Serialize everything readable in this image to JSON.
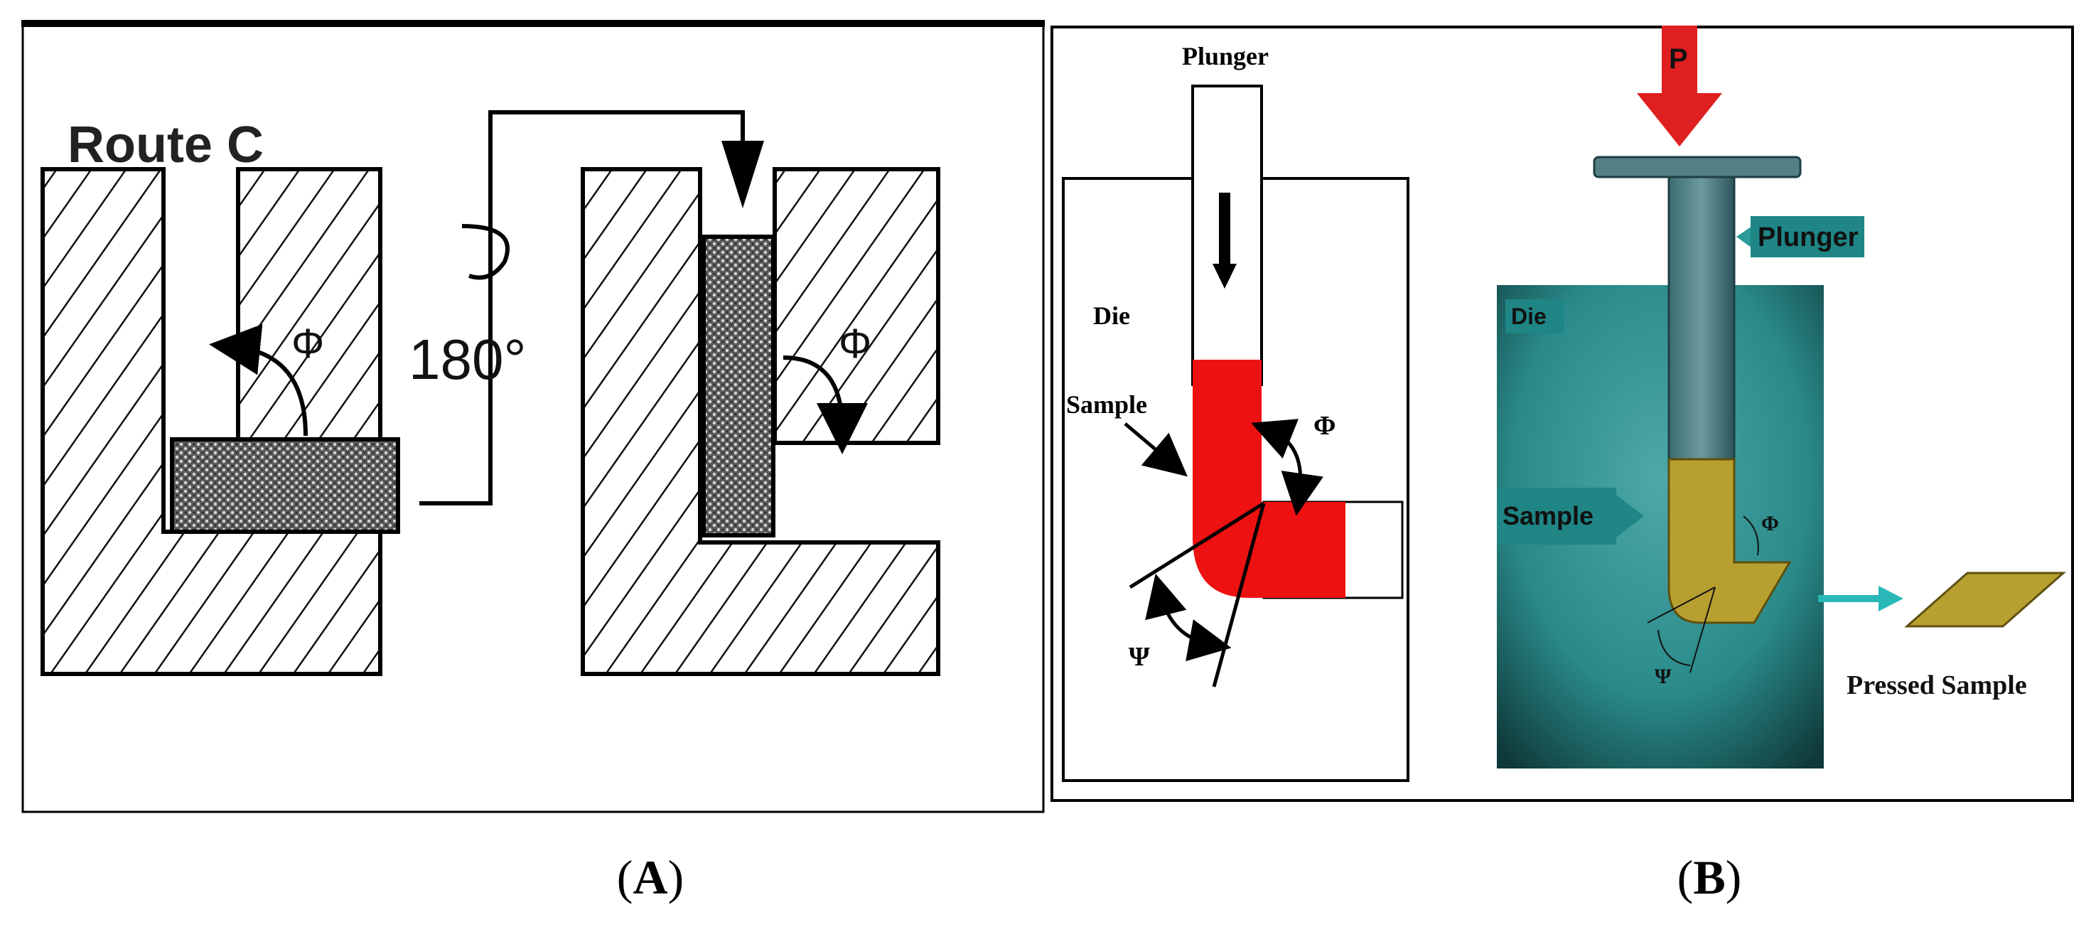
{
  "panel_a": {
    "route_label": "Route C",
    "angle_phi_left": "Φ",
    "angle_phi_right": "Φ",
    "rotation_label": "180°"
  },
  "panel_b_schematic": {
    "plunger_label": "Plunger",
    "die_label": "Die",
    "sample_label": "Sample",
    "phi_label": "Φ",
    "psi_label": "Ψ",
    "sample_color": "#ee1111"
  },
  "panel_b_render": {
    "force_label": "P",
    "plunger_label": "Plunger",
    "die_label": "Die",
    "sample_label": "Sample",
    "phi_label": "Φ",
    "psi_label": "Ψ",
    "pressed_sample_label": "Pressed Sample",
    "die_color": "#2a8a8a",
    "sample_color": "#b8a030",
    "arrow_color": "#e02020"
  },
  "captions": {
    "a": "A",
    "b": "B"
  }
}
